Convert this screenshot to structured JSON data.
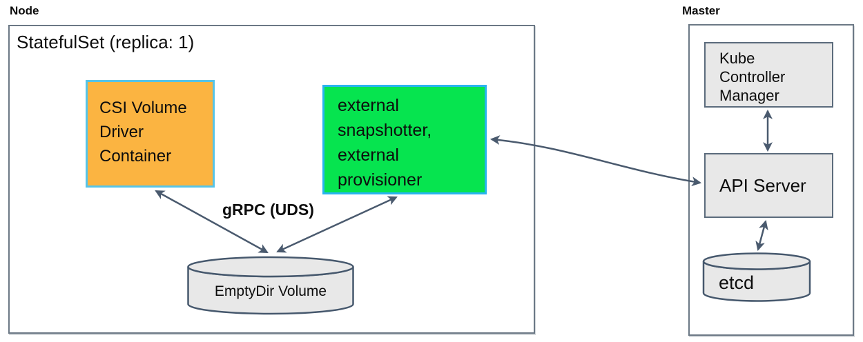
{
  "colors": {
    "csi_box_fill": "#fbb441",
    "csi_box_border": "#56c4e8",
    "external_box_fill": "#06e44f",
    "external_box_border": "#29b4ef",
    "master_box_fill": "#e8e8e8",
    "master_box_border": "#5b6b7c",
    "cylinder_fill": "#e8e8e8",
    "cylinder_border": "#46586d",
    "arrow": "#4a5a6e",
    "frame_border": "#6b7885",
    "text": "#0d0d0d"
  },
  "node": {
    "label": "Node",
    "statefulset_label": "StatefulSet (replica: 1)",
    "csi_box_lines": [
      "CSI Volume",
      "Driver",
      "Container"
    ],
    "external_box_lines": [
      "external",
      "snapshotter,",
      "external",
      "provisioner"
    ],
    "grpc_label": "gRPC (UDS)",
    "emptydir_label": "EmptyDir Volume"
  },
  "master": {
    "label": "Master",
    "kube_controller_manager_lines": [
      "Kube",
      "Controller",
      "Manager"
    ],
    "api_server_label": "API Server",
    "etcd_label": "etcd"
  }
}
